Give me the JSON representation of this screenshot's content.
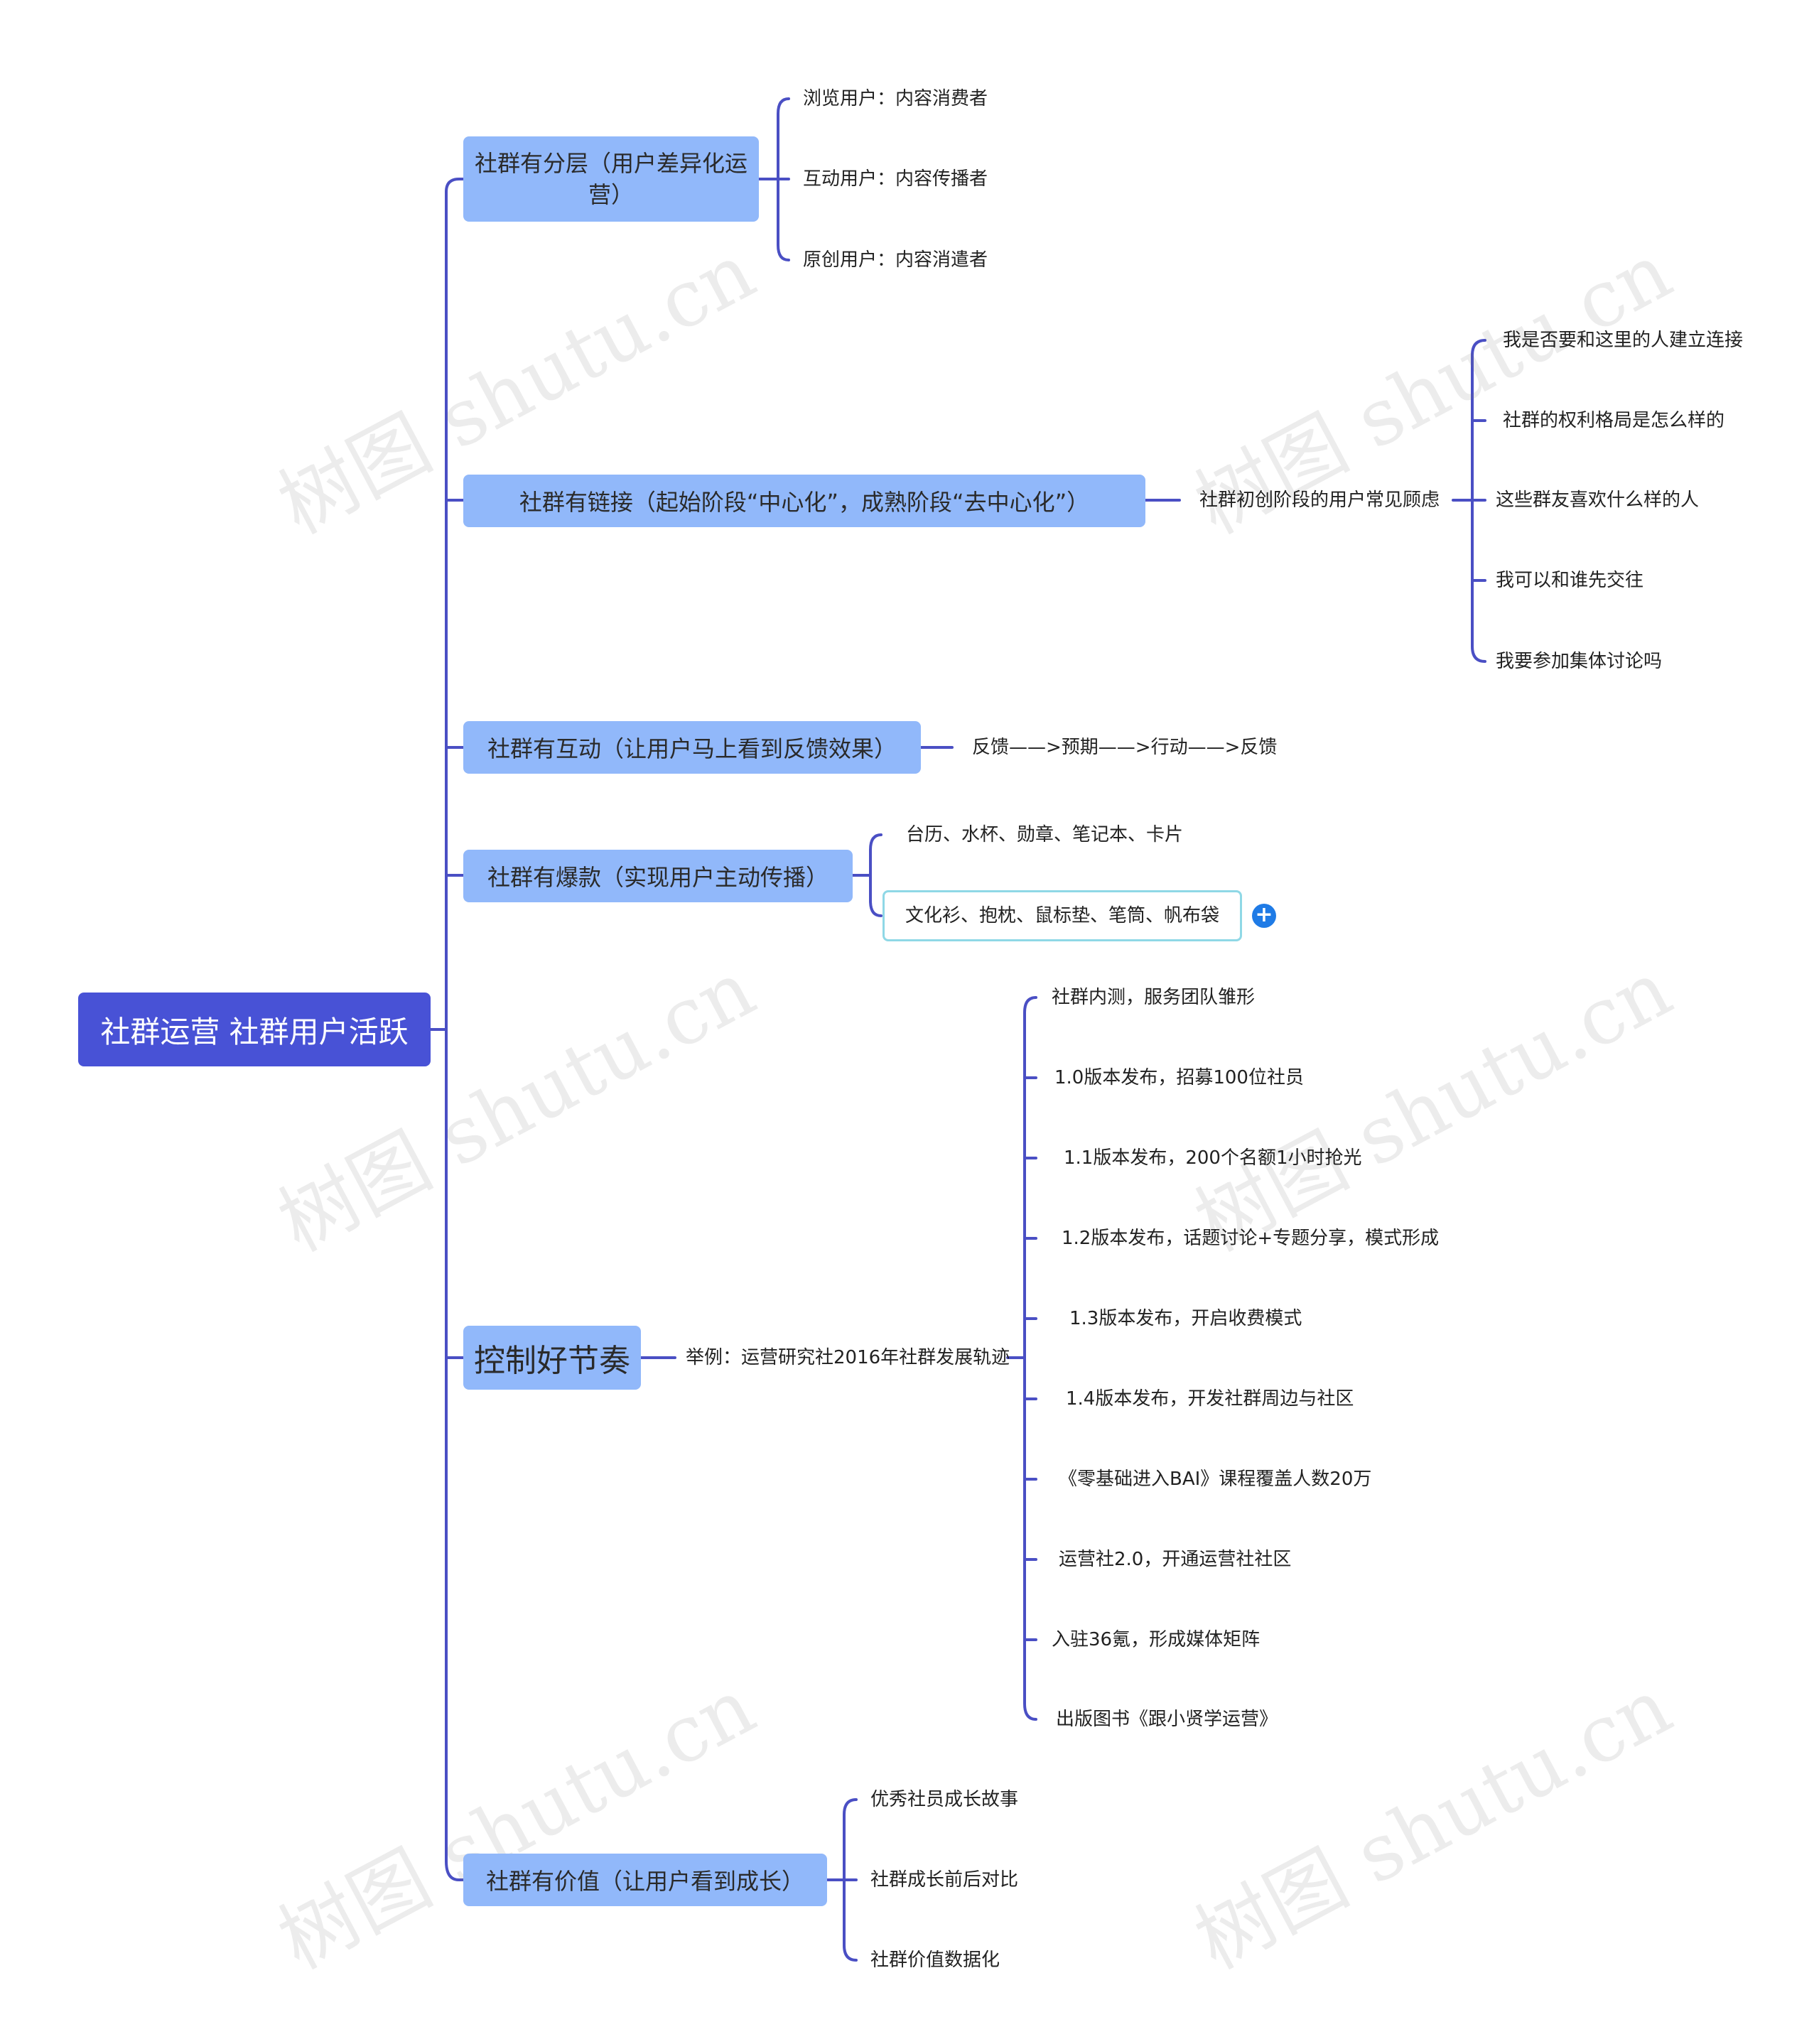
{
  "root": {
    "label": "社群运营 社群用户活跃"
  },
  "branches": [
    {
      "label": "社群有分层（用户差异化运营）",
      "children": [
        "浏览用户：内容消费者",
        "互动用户：内容传播者",
        "原创用户：内容消遣者"
      ]
    },
    {
      "label": "社群有链接（起始阶段“中心化”，成熟阶段“去中心化”）",
      "sub": {
        "label": "社群初创阶段的用户常见顾虑",
        "children": [
          "我是否要和这里的人建立连接",
          "社群的权利格局是怎么样的",
          "这些群友喜欢什么样的人",
          "我可以和谁先交往",
          "我要参加集体讨论吗"
        ]
      }
    },
    {
      "label": "社群有互动（让用户马上看到反馈效果）",
      "children": [
        "反馈——>预期——>行动——>反馈"
      ]
    },
    {
      "label": "社群有爆款（实现用户主动传播）",
      "children": [
        "台历、水杯、勋章、笔记本、卡片",
        "文化衫、抱枕、鼠标垫、笔筒、帆布袋"
      ]
    },
    {
      "label": "控制好节奏",
      "sub": {
        "label": "举例：运营研究社2016年社群发展轨迹",
        "children": [
          "社群内测，服务团队雏形",
          "1.0版本发布，招募100位社员",
          "1.1版本发布，200个名额1小时抢光",
          "1.2版本发布，话题讨论+专题分享，模式形成",
          "1.3版本发布，开启收费模式",
          "1.4版本发布，开发社群周边与社区",
          "《零基础进入BAI》课程覆盖人数20万",
          "运营社2.0，开通运营社社区",
          "入驻36氪，形成媒体矩阵",
          "出版图书《跟小贤学运营》"
        ]
      }
    },
    {
      "label": "社群有价值（让用户看到成长）",
      "children": [
        "优秀社员成长故事",
        "社群成长前后对比",
        "社群价值数据化"
      ]
    }
  ],
  "add_button": {
    "symbol": "+"
  },
  "watermark": "树图 shutu.cn",
  "colors": {
    "root": "#4852d6",
    "branch": "#91b8fa",
    "line": "#4a4fc4",
    "accent": "#1f7be6"
  }
}
